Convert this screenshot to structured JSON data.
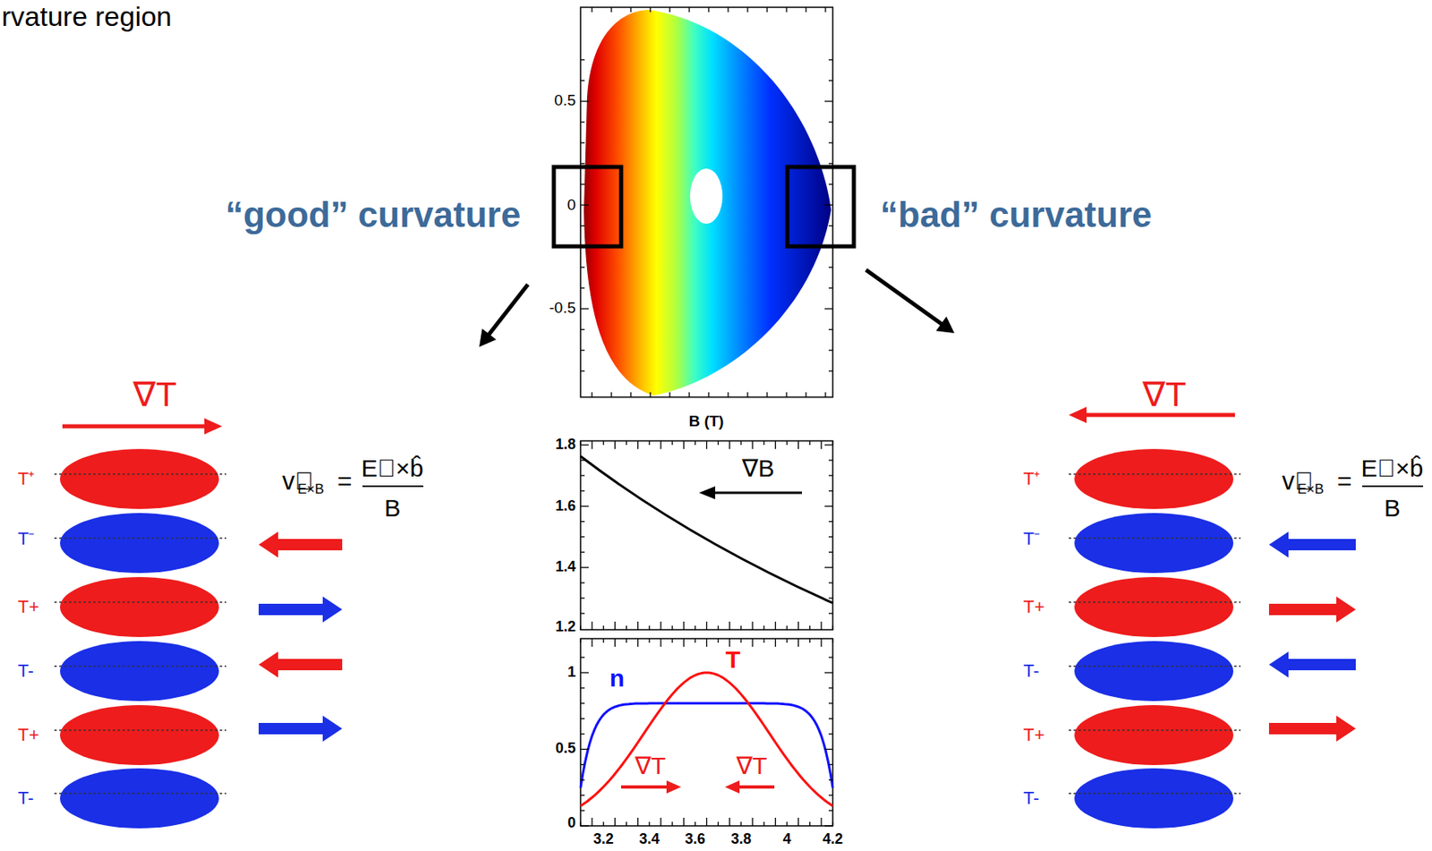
{
  "diagram": {
    "labels": [
      "rvature region",
      "0.5",
      "0",
      "-0.5",
      "“good” curvature",
      "“bad” curvature",
      "B (T)",
      "∇B",
      "1.8",
      "1.6",
      "1.4",
      "1.2",
      "1",
      "0.5",
      "0",
      "3.2",
      "3.4",
      "3.6",
      "3.8",
      "4",
      "4.2",
      "n",
      "T",
      "∇T",
      "∇T",
      "∇T",
      "T⁺",
      "T⁻",
      "T+",
      "T-",
      "T+",
      "T-",
      "v⃗",
      "E×B",
      "=",
      "E⃗×b̂",
      "B",
      "∇T",
      "T⁺",
      "T⁻",
      "T+",
      "T-",
      "T+",
      "T-",
      "v⃗",
      "E×B",
      "=",
      "E⃗×b̂",
      "B"
    ]
  }
}
